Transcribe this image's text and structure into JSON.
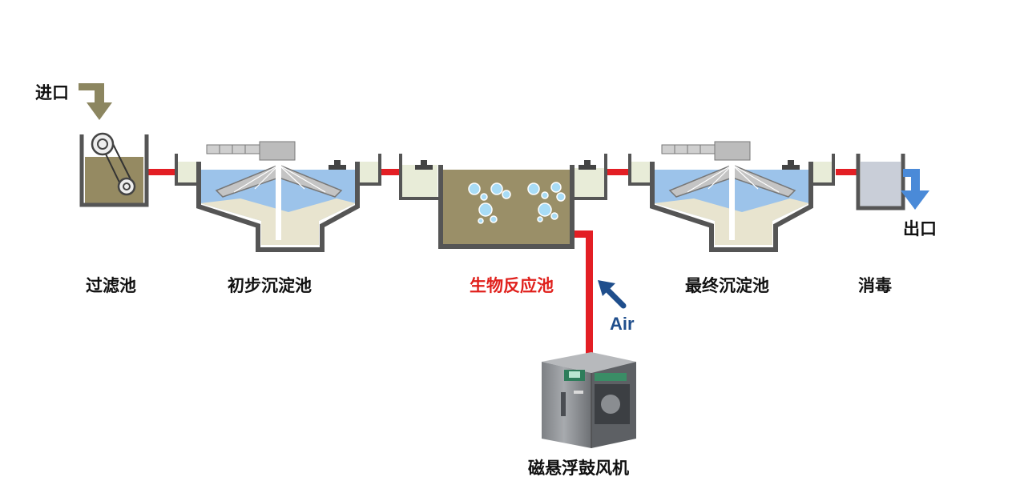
{
  "labels": {
    "inlet": "进口",
    "outlet": "出口",
    "filter_tank": "过滤池",
    "primary_clarifier": "初步沉淀池",
    "bio_reactor": "生物反应池",
    "final_clarifier": "最终沉淀池",
    "disinfection": "消毒",
    "air": "Air",
    "blower": "磁悬浮鼓风机"
  },
  "colors": {
    "pipe": "#e31e24",
    "tank_wall": "#555555",
    "water": "#9cc3ea",
    "sludge": "#e8e4cf",
    "bio_liquid": "#9a8f68",
    "inlet_arrow": "#8c8660",
    "outlet_arrow": "#4a8ad8",
    "air_arrow": "#1f4e8c",
    "highlight_label": "#e0201c"
  },
  "icons": {
    "inlet": "down-arrow-icon",
    "outlet": "down-arrow-icon",
    "air": "diagonal-arrow-icon",
    "blower": "blower-machine-icon"
  }
}
